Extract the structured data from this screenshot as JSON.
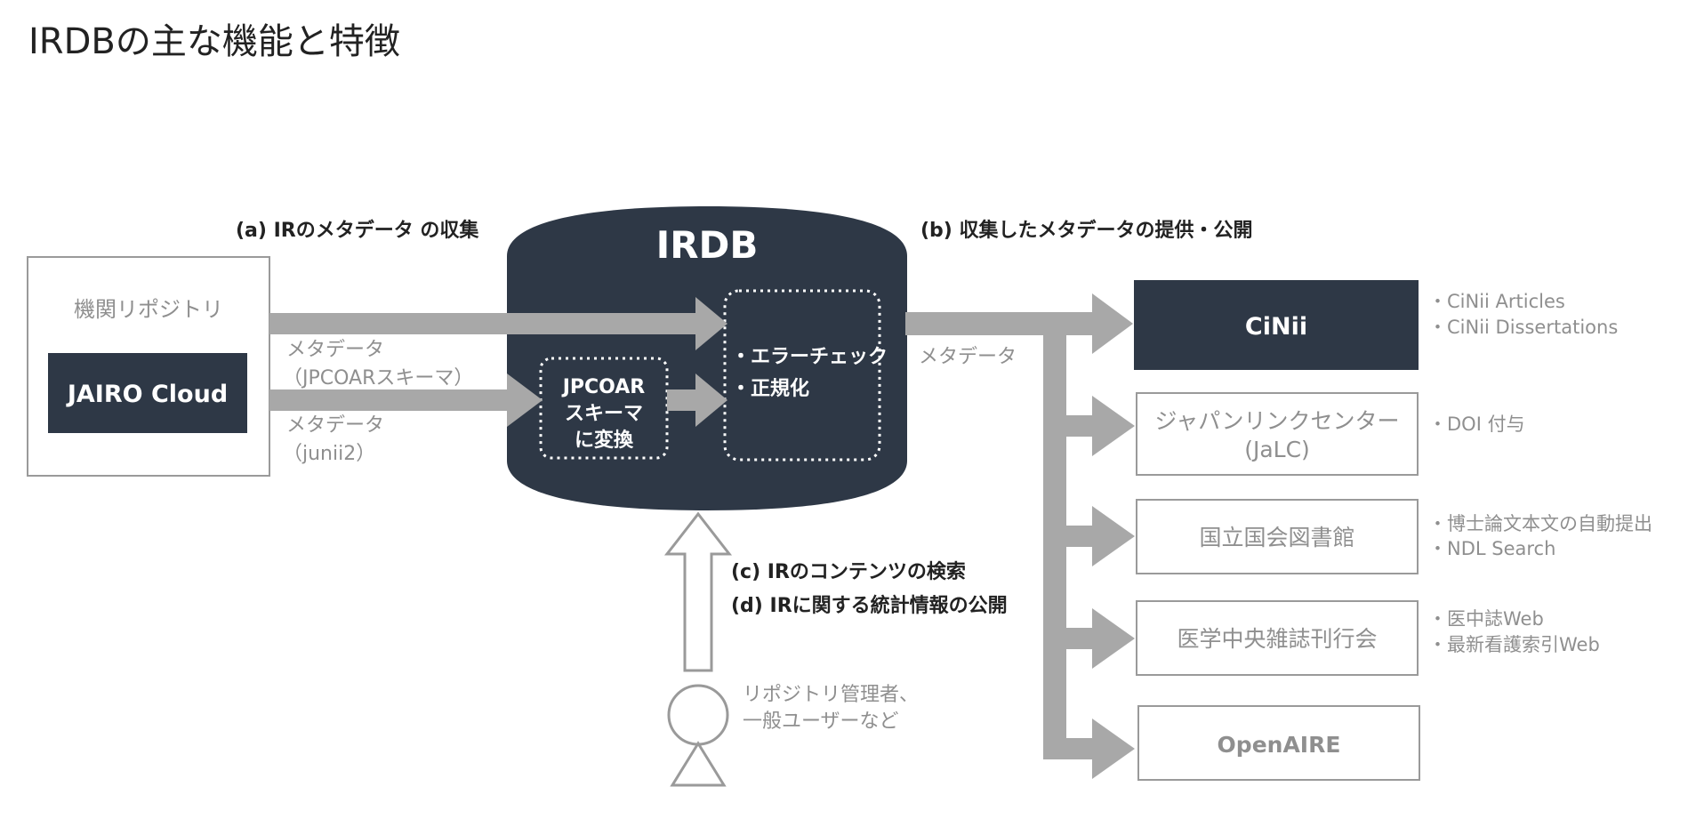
{
  "page": {
    "title": "IRDBの主な機能と特徴"
  },
  "diagram": {
    "colors": {
      "dark": "#2e3846",
      "arrow": "#a8a8a8",
      "border": "#9a9a9a",
      "gray_text": "#8f8f8f",
      "black_text": "#222222"
    },
    "source": {
      "label": "機関リポジトリ",
      "jairo": "JAIRO Cloud"
    },
    "flows": {
      "meta1_line1": "メタデータ",
      "meta1_line2": "（JPCOARスキーマ）",
      "meta2_line1": "メタデータ",
      "meta2_line2": "（junii2）",
      "out_meta": "メタデータ"
    },
    "captions": {
      "a": "(a) IRのメタデータ の収集",
      "b": "(b) 収集したメタデータの提供・公開",
      "c": "(c) IRのコンテンツの検索",
      "d": "(d) IRに関する統計情報の公開"
    },
    "irdb": {
      "title": "IRDB",
      "convert_line1": "JPCOAR",
      "convert_line2": "スキーマ",
      "convert_line3": "に変換",
      "check_line1": "・エラーチェック",
      "check_line2": "・正規化"
    },
    "user": {
      "line1": "リポジトリ管理者、",
      "line2": "一般ユーザーなど"
    },
    "targets": [
      {
        "name": "CiNii",
        "note1": "・CiNii Articles",
        "note2": "・CiNii Dissertations"
      },
      {
        "name_line1": "ジャパンリンクセンター",
        "name_line2": "(JaLC)",
        "note1": "・DOI 付与"
      },
      {
        "name": "国立国会図書館",
        "note1": "・博士論文本文の自動提出",
        "note2": "・NDL Search"
      },
      {
        "name": "医学中央雑誌刊行会",
        "note1": "・医中誌Web",
        "note2": "・最新看護索引Web"
      },
      {
        "name": "OpenAIRE"
      }
    ]
  }
}
